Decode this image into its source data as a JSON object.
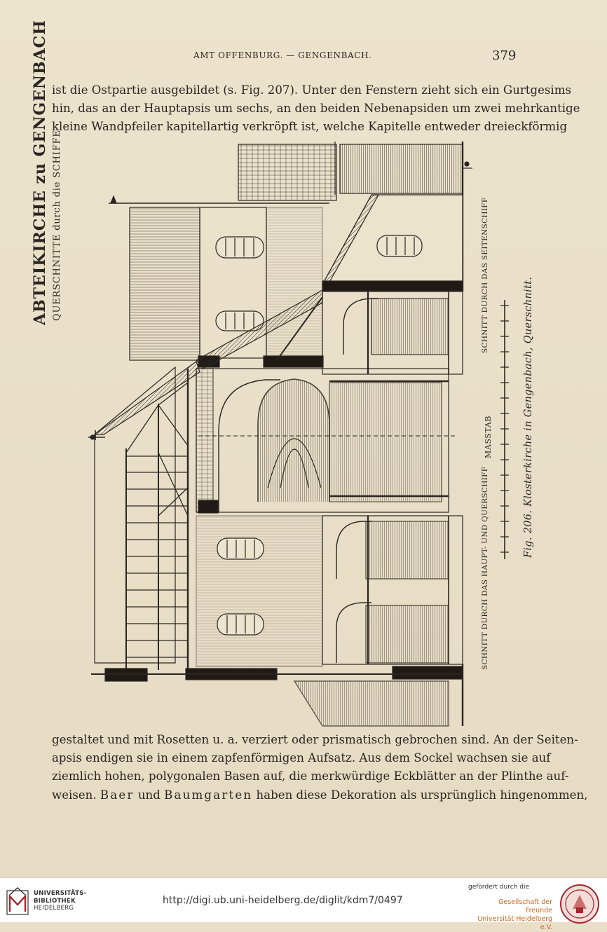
{
  "running_head": {
    "title": "AMT OFFENBURG. — GENGENBACH.",
    "page_number": "379"
  },
  "paragraph_top": {
    "lines": [
      "ist die Ostpartie ausgebildet (s. Fig. 207). Unter den Fenstern zieht sich ein Gurtgesims",
      "hin, das an der Hauptapsis um sechs, an den beiden Nebenapsiden um zwei mehrkantige",
      "kleine Wandpfeiler kapitellartig verkröpft ist, welche Kapitelle entweder dreieckförmig"
    ]
  },
  "figure": {
    "drawing_title_line1": "ABTEIKIRCHE zu GENGENBACH",
    "drawing_title_line2": "QUERSCHNITTE durch die SCHIFFE",
    "label_side_aisle": "SCHNITT DURCH DAS SEITENSCHIFF",
    "label_nave_transept": "SCHNITT DURCH DAS HAUPT- UND QUERSCHIFF",
    "scale_label": "MASSTAB",
    "caption": "Fig. 206. Klosterkirche in Gengenbach, Querschnitt."
  },
  "paragraph_bottom": {
    "lines": [
      "gestaltet und mit Rosetten u. a. verziert oder prismatisch gebrochen sind. An der Seiten-",
      "apsis endigen sie in einem zapfenförmigen Aufsatz. Aus dem Sockel wachsen sie auf",
      "ziemlich hohen, polygonalen Basen auf, die merkwürdige Eckblätter an der Plinthe auf-"
    ],
    "last_line_prefix": "weisen.",
    "name_1": "Baer",
    "connector": "und",
    "name_2": "Baumgarten",
    "last_line_suffix": "haben diese Dekoration als ursprünglich hingenommen,"
  },
  "footer": {
    "library_line1": "UNIVERSITÄTS-",
    "library_line2": "BIBLIOTHEK",
    "library_line3": "HEIDELBERG",
    "url": "http://digi.ub.uni-heidelberg.de/diglit/kdm7/0497",
    "sponsor_label": "gefördert durch die",
    "society_line1": "Gesellschaft der Freunde",
    "society_line2": "Universität Heidelberg e.V.",
    "brand_color": "#c9691d",
    "library_icon": "ub-heidelberg-logo-icon",
    "seal_icon": "university-seal-icon"
  }
}
